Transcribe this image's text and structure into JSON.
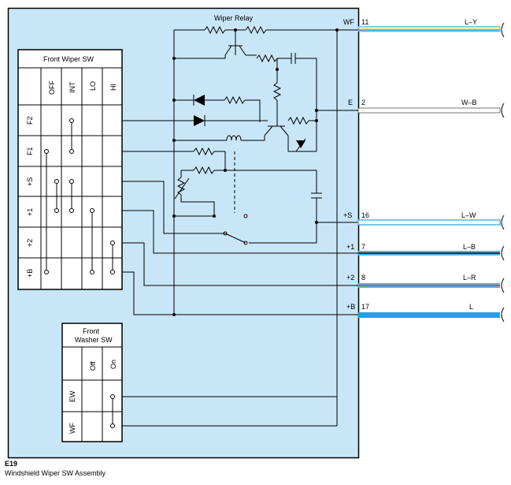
{
  "relay": {
    "title": "Wiper Relay"
  },
  "front_wiper_sw": {
    "title": "Front Wiper SW",
    "positions": [
      "OFF",
      "INT",
      "LO",
      "HI"
    ],
    "terminals": [
      "F2",
      "F1",
      "+S",
      "+1",
      "+2",
      "+B"
    ]
  },
  "front_washer_sw": {
    "title_line1": "Front",
    "title_line2": "Washer SW",
    "positions": [
      "Off",
      "On"
    ],
    "terminals": [
      "EW",
      "WF"
    ]
  },
  "connector_pins": [
    {
      "label": "WF",
      "pin": "11",
      "wire": "L–Y",
      "colors": [
        "#ffe75a",
        "#4fb6e6"
      ]
    },
    {
      "label": "E",
      "pin": "2",
      "wire": "W–B",
      "colors": [
        "#ffffff",
        "#555555"
      ]
    },
    {
      "label": "+S",
      "pin": "16",
      "wire": "L–W",
      "colors": [
        "#ffffff",
        "#4fb6e6"
      ]
    },
    {
      "label": "+1",
      "pin": "7",
      "wire": "L–B",
      "colors": [
        "#4fb6e6",
        "#333333"
      ]
    },
    {
      "label": "+2",
      "pin": "8",
      "wire": "L–R",
      "colors": [
        "#e34a6a",
        "#4fb6e6"
      ]
    },
    {
      "label": "+B",
      "pin": "17",
      "wire": "L",
      "colors": [
        "#1fa3e6",
        "#1fa3e6"
      ]
    }
  ],
  "caption": {
    "code": "E19",
    "name": "Windshield Wiper SW Assembly"
  },
  "colors": {
    "assembly_fill": "#c8e6f7",
    "switch_fill": "#ffffff"
  }
}
